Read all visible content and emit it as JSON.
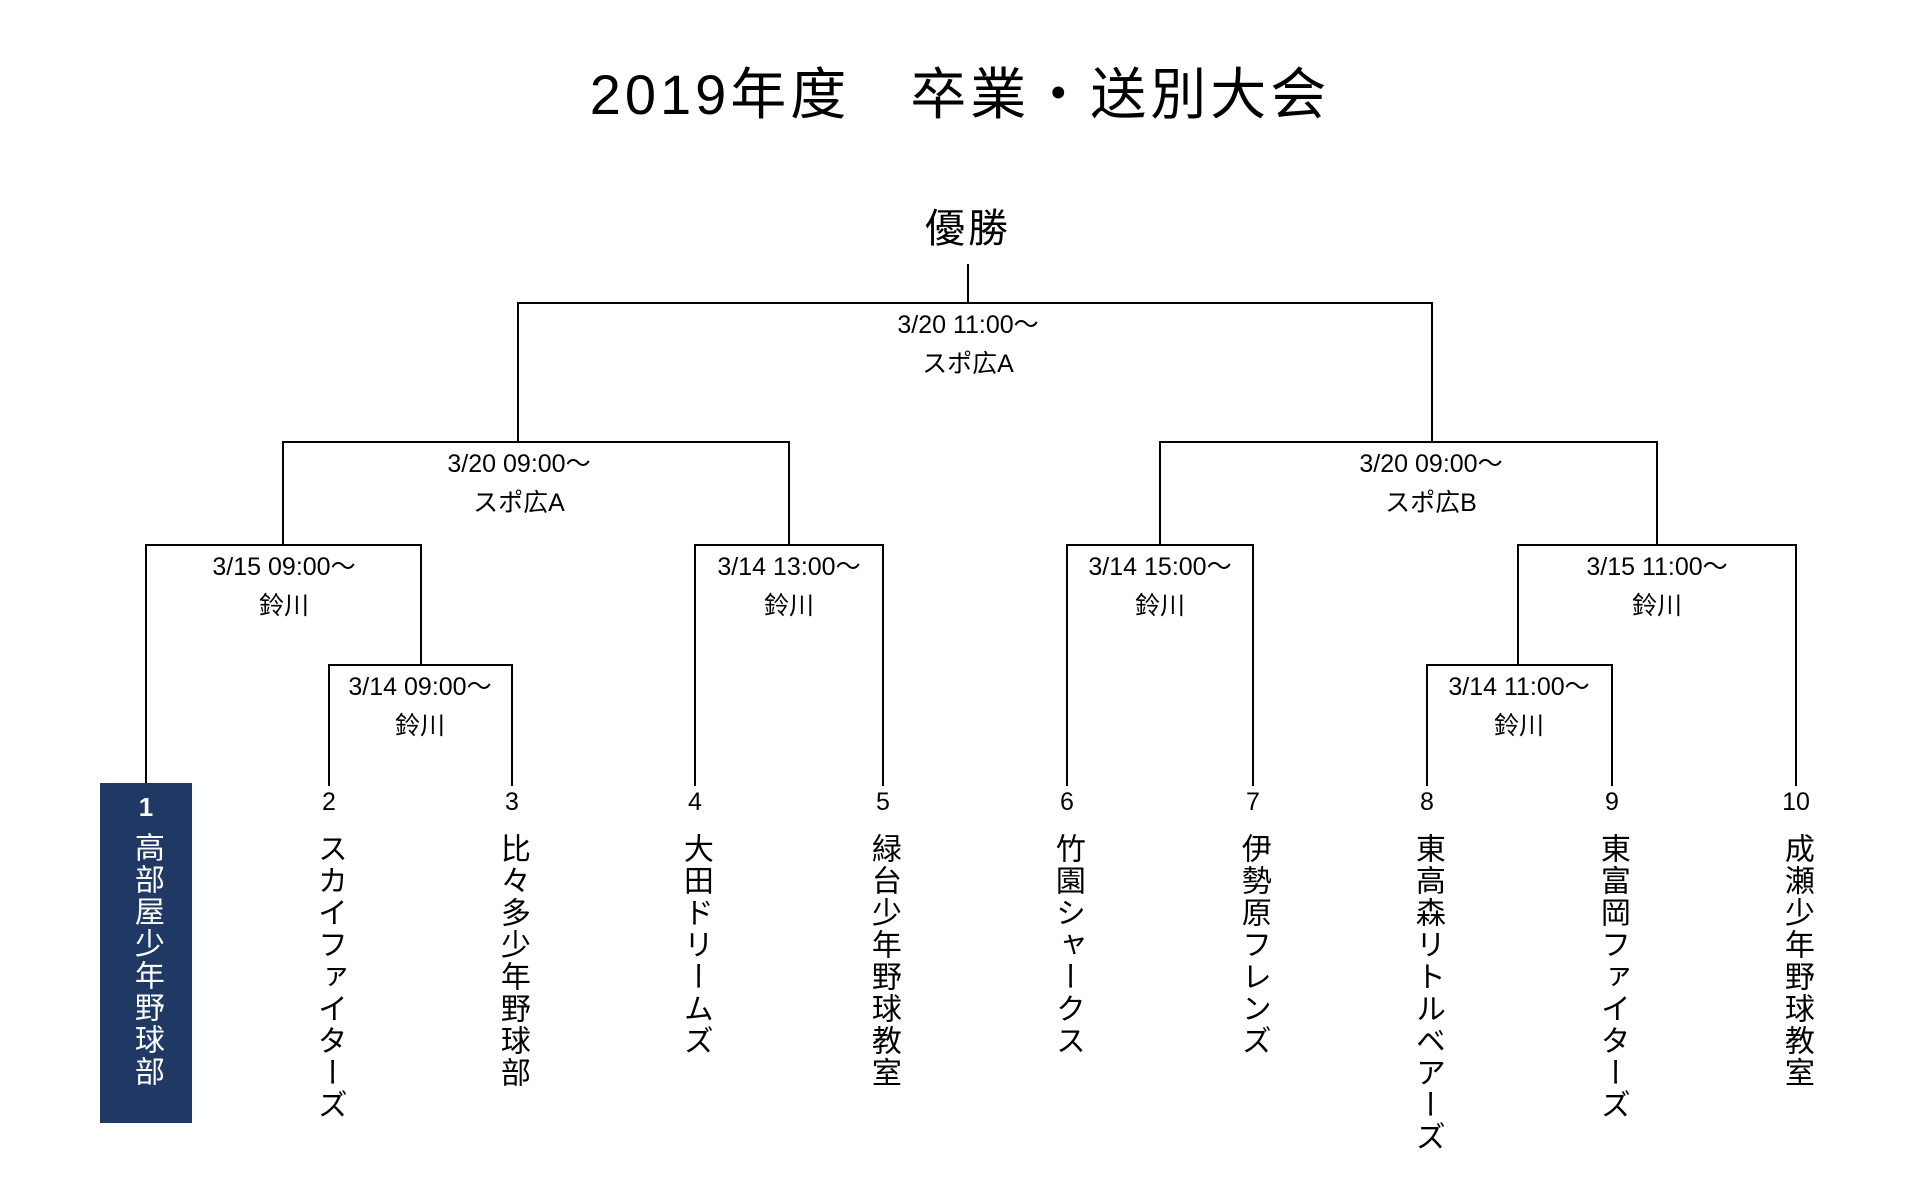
{
  "title": "2019年度　卒業・送別大会",
  "champion_label": "優勝",
  "colors": {
    "line": "#000000",
    "text": "#000000",
    "highlight_bg": "#1f3864",
    "highlight_text": "#ffffff"
  },
  "matches": {
    "final": {
      "datetime": "3/20 11:00～",
      "venue": "スポ広A"
    },
    "semifinal_left": {
      "datetime": "3/20 09:00～",
      "venue": "スポ広A"
    },
    "semifinal_right": {
      "datetime": "3/20 09:00～",
      "venue": "スポ広B"
    },
    "qf_team1": {
      "datetime": "3/15 09:00～",
      "venue": "鈴川"
    },
    "r1_2v3": {
      "datetime": "3/14 09:00～",
      "venue": "鈴川"
    },
    "r1_4v5": {
      "datetime": "3/14 13:00～",
      "venue": "鈴川"
    },
    "r1_6v7": {
      "datetime": "3/14 15:00～",
      "venue": "鈴川"
    },
    "qf_team10": {
      "datetime": "3/15 11:00～",
      "venue": "鈴川"
    },
    "r1_8v9": {
      "datetime": "3/14 11:00～",
      "venue": "鈴川"
    }
  },
  "teams": [
    {
      "seed": "1",
      "name": "高部屋少年野球部",
      "highlighted": true
    },
    {
      "seed": "2",
      "name": "スカイファイターズ",
      "highlighted": false
    },
    {
      "seed": "3",
      "name": "比々多少年野球部",
      "highlighted": false
    },
    {
      "seed": "4",
      "name": "大田ドリームズ",
      "highlighted": false
    },
    {
      "seed": "5",
      "name": "緑台少年野球教室",
      "highlighted": false
    },
    {
      "seed": "6",
      "name": "竹園シャークス",
      "highlighted": false
    },
    {
      "seed": "7",
      "name": "伊勢原フレンズ",
      "highlighted": false
    },
    {
      "seed": "8",
      "name": "東高森リトルベアーズ",
      "highlighted": false
    },
    {
      "seed": "9",
      "name": "東富岡ファイターズ",
      "highlighted": false
    },
    {
      "seed": "10",
      "name": "成瀬少年野球教室",
      "highlighted": false
    }
  ]
}
